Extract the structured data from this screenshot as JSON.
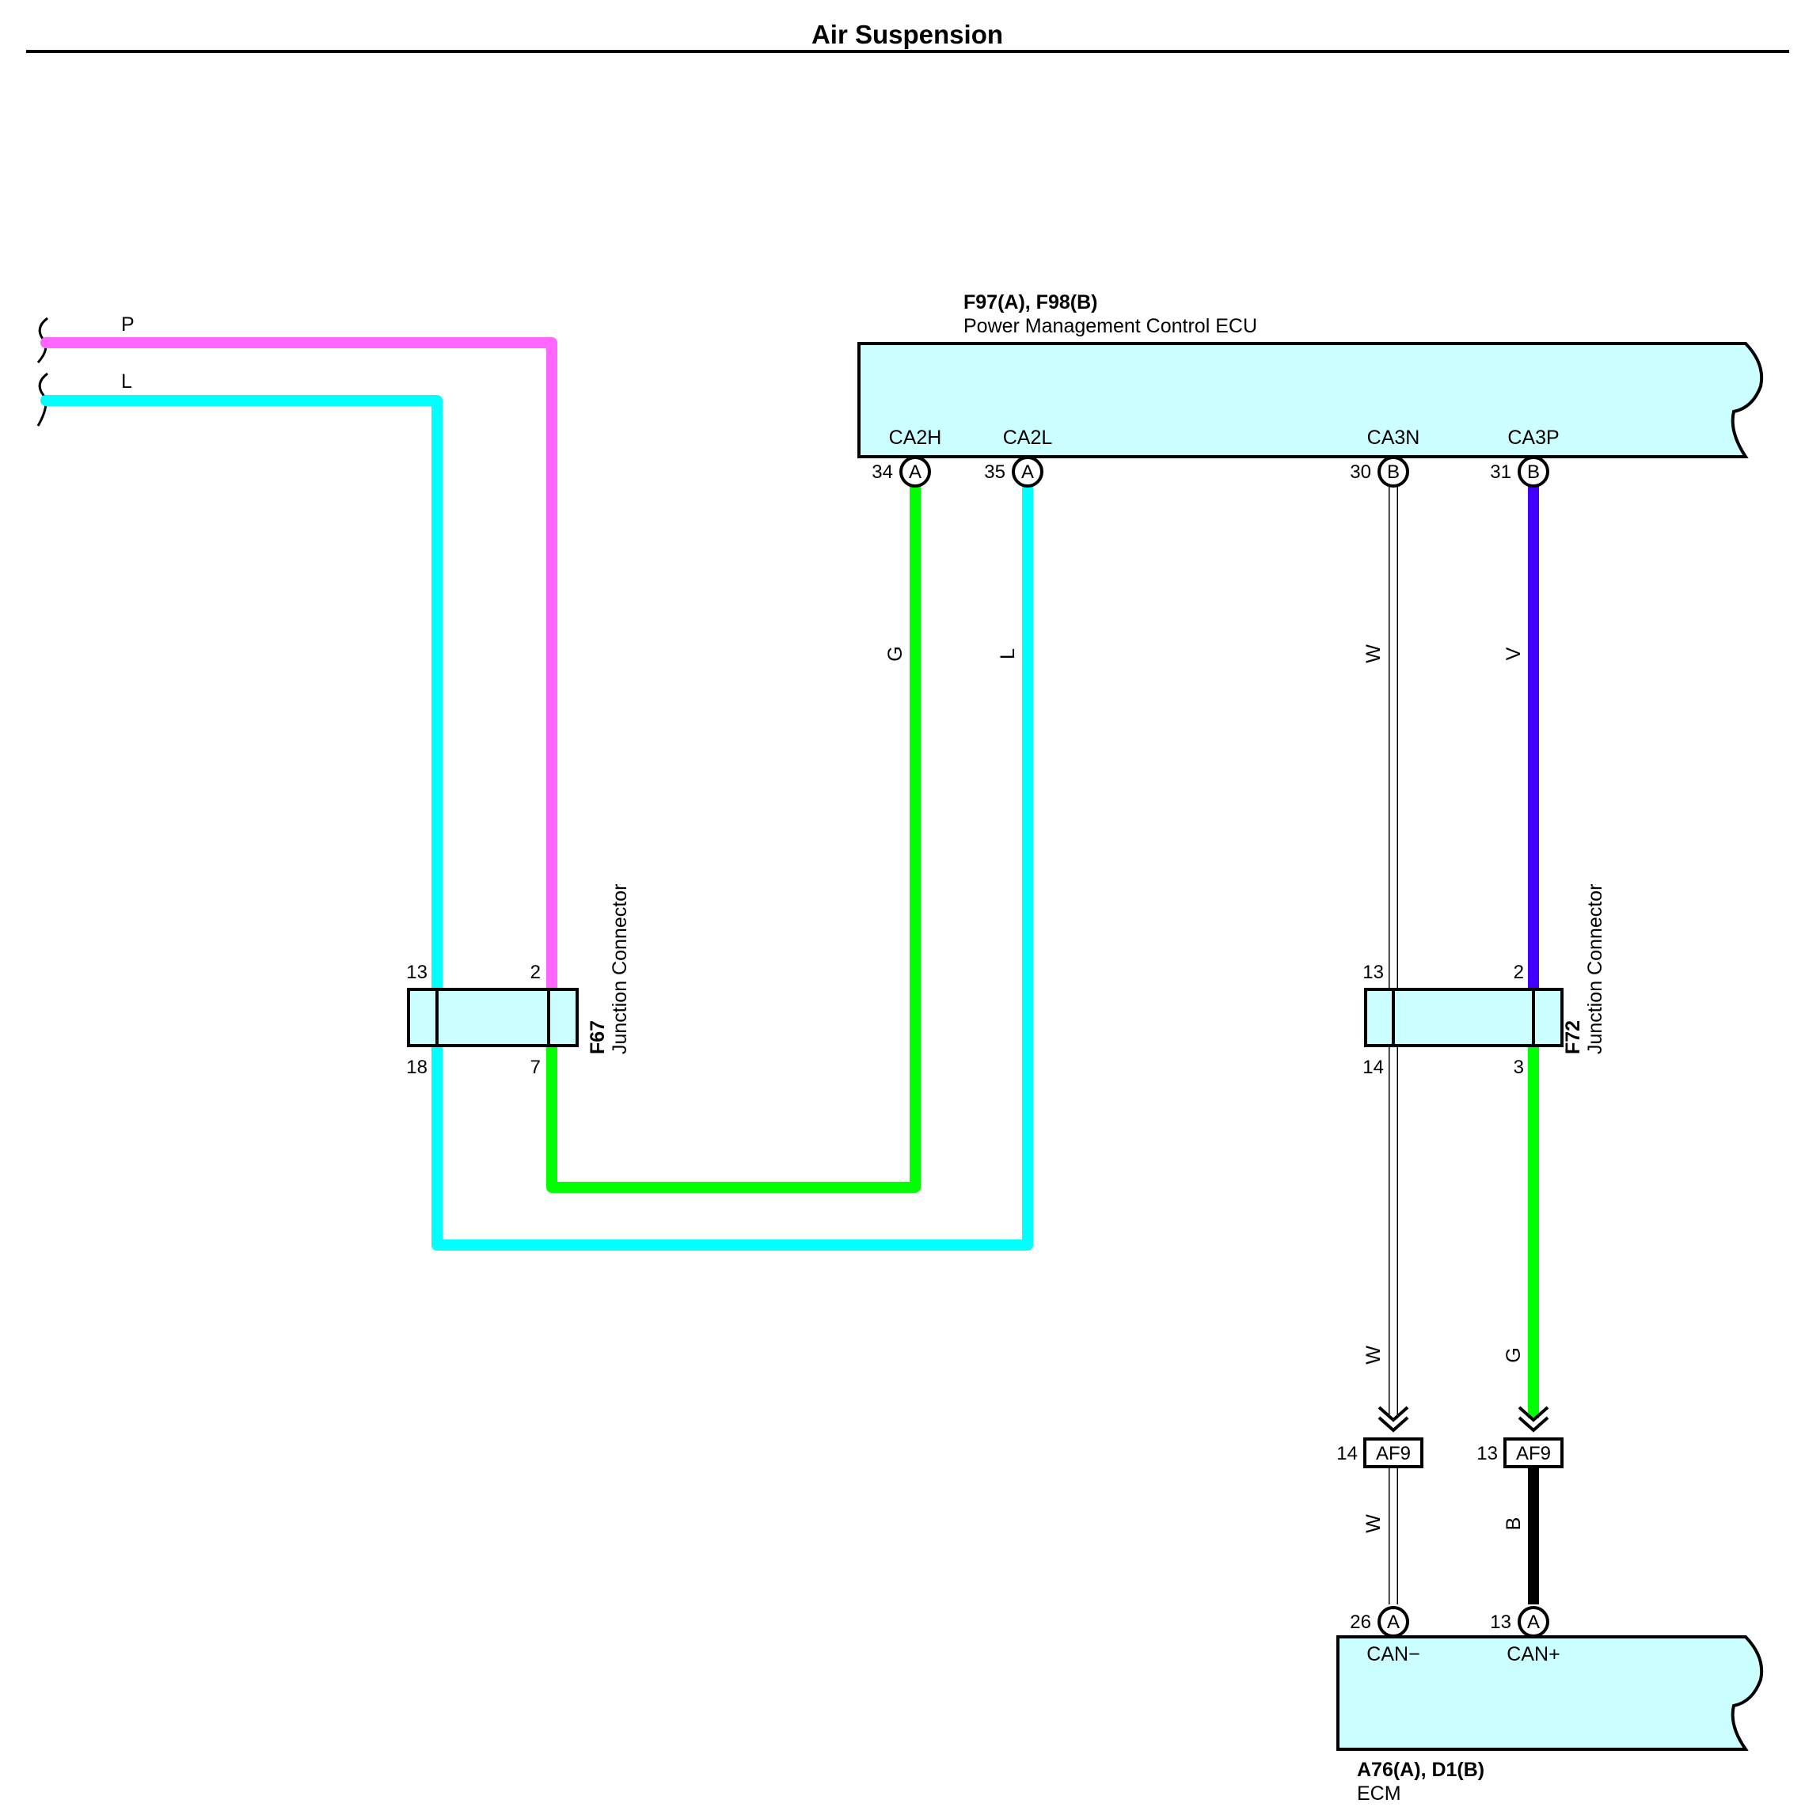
{
  "title": "Air Suspension",
  "colors": {
    "P": "#ff66ff",
    "L": "#00ffff",
    "G": "#00ff00",
    "V": "#4000ff",
    "W": "#ffffff",
    "B": "#000000",
    "component_fill": "#ccffff"
  },
  "left_wires": {
    "p_label": "P",
    "l_label": "L"
  },
  "power_ecu": {
    "code": "F97(A), F98(B)",
    "name": "Power Management Control ECU",
    "pins": [
      {
        "signal": "CA2H",
        "number": "34",
        "connector": "A"
      },
      {
        "signal": "CA2L",
        "number": "35",
        "connector": "A"
      },
      {
        "signal": "CA3N",
        "number": "30",
        "connector": "B"
      },
      {
        "signal": "CA3P",
        "number": "31",
        "connector": "B"
      }
    ]
  },
  "wire_labels": {
    "g1": "G",
    "l1": "L",
    "w1": "W",
    "v1": "V",
    "w2": "W",
    "g2": "G",
    "w3": "W",
    "b1": "B"
  },
  "junction_f67": {
    "code": "F67",
    "name": "Junction Connector",
    "pin_tl": "13",
    "pin_tr": "2",
    "pin_bl": "18",
    "pin_br": "7"
  },
  "junction_f72": {
    "code": "F72",
    "name": "Junction Connector",
    "pin_tl": "13",
    "pin_tr": "2",
    "pin_bl": "14",
    "pin_br": "3"
  },
  "af9_left": {
    "number": "14",
    "label": "AF9"
  },
  "af9_right": {
    "number": "13",
    "label": "AF9"
  },
  "ecm": {
    "code": "A76(A), D1(B)",
    "name": "ECM",
    "pins": [
      {
        "signal": "CAN−",
        "number": "26",
        "connector": "A"
      },
      {
        "signal": "CAN+",
        "number": "13",
        "connector": "A"
      }
    ]
  }
}
